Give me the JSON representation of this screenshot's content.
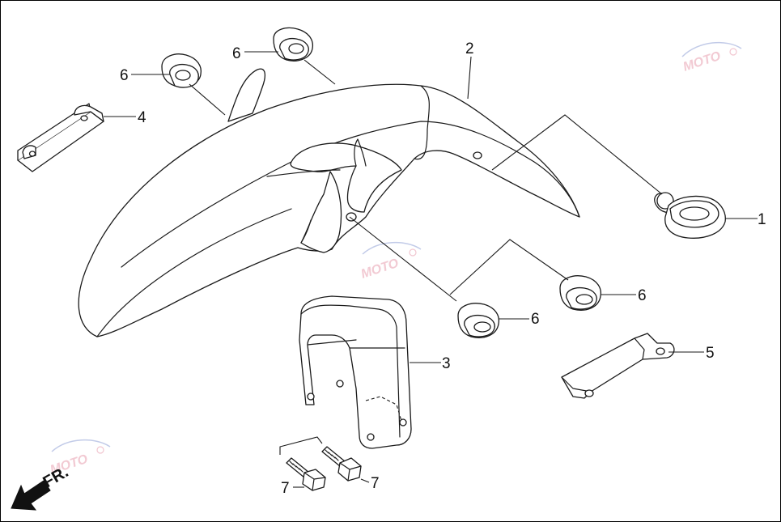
{
  "labels": {
    "part_1": "1",
    "part_2": "2",
    "part_3": "3",
    "part_4": "4",
    "part_5": "5",
    "part_6a": "6",
    "part_6b": "6",
    "part_6c": "6",
    "part_6d": "6",
    "part_7a": "7",
    "part_7b": "7"
  },
  "direction": {
    "text": "FR."
  },
  "watermark": {
    "text": "MOTO"
  },
  "colors": {
    "ink": "#1a1a1a",
    "watermark": "#e8a0b0",
    "watermark_blue": "#9aa8d8"
  }
}
